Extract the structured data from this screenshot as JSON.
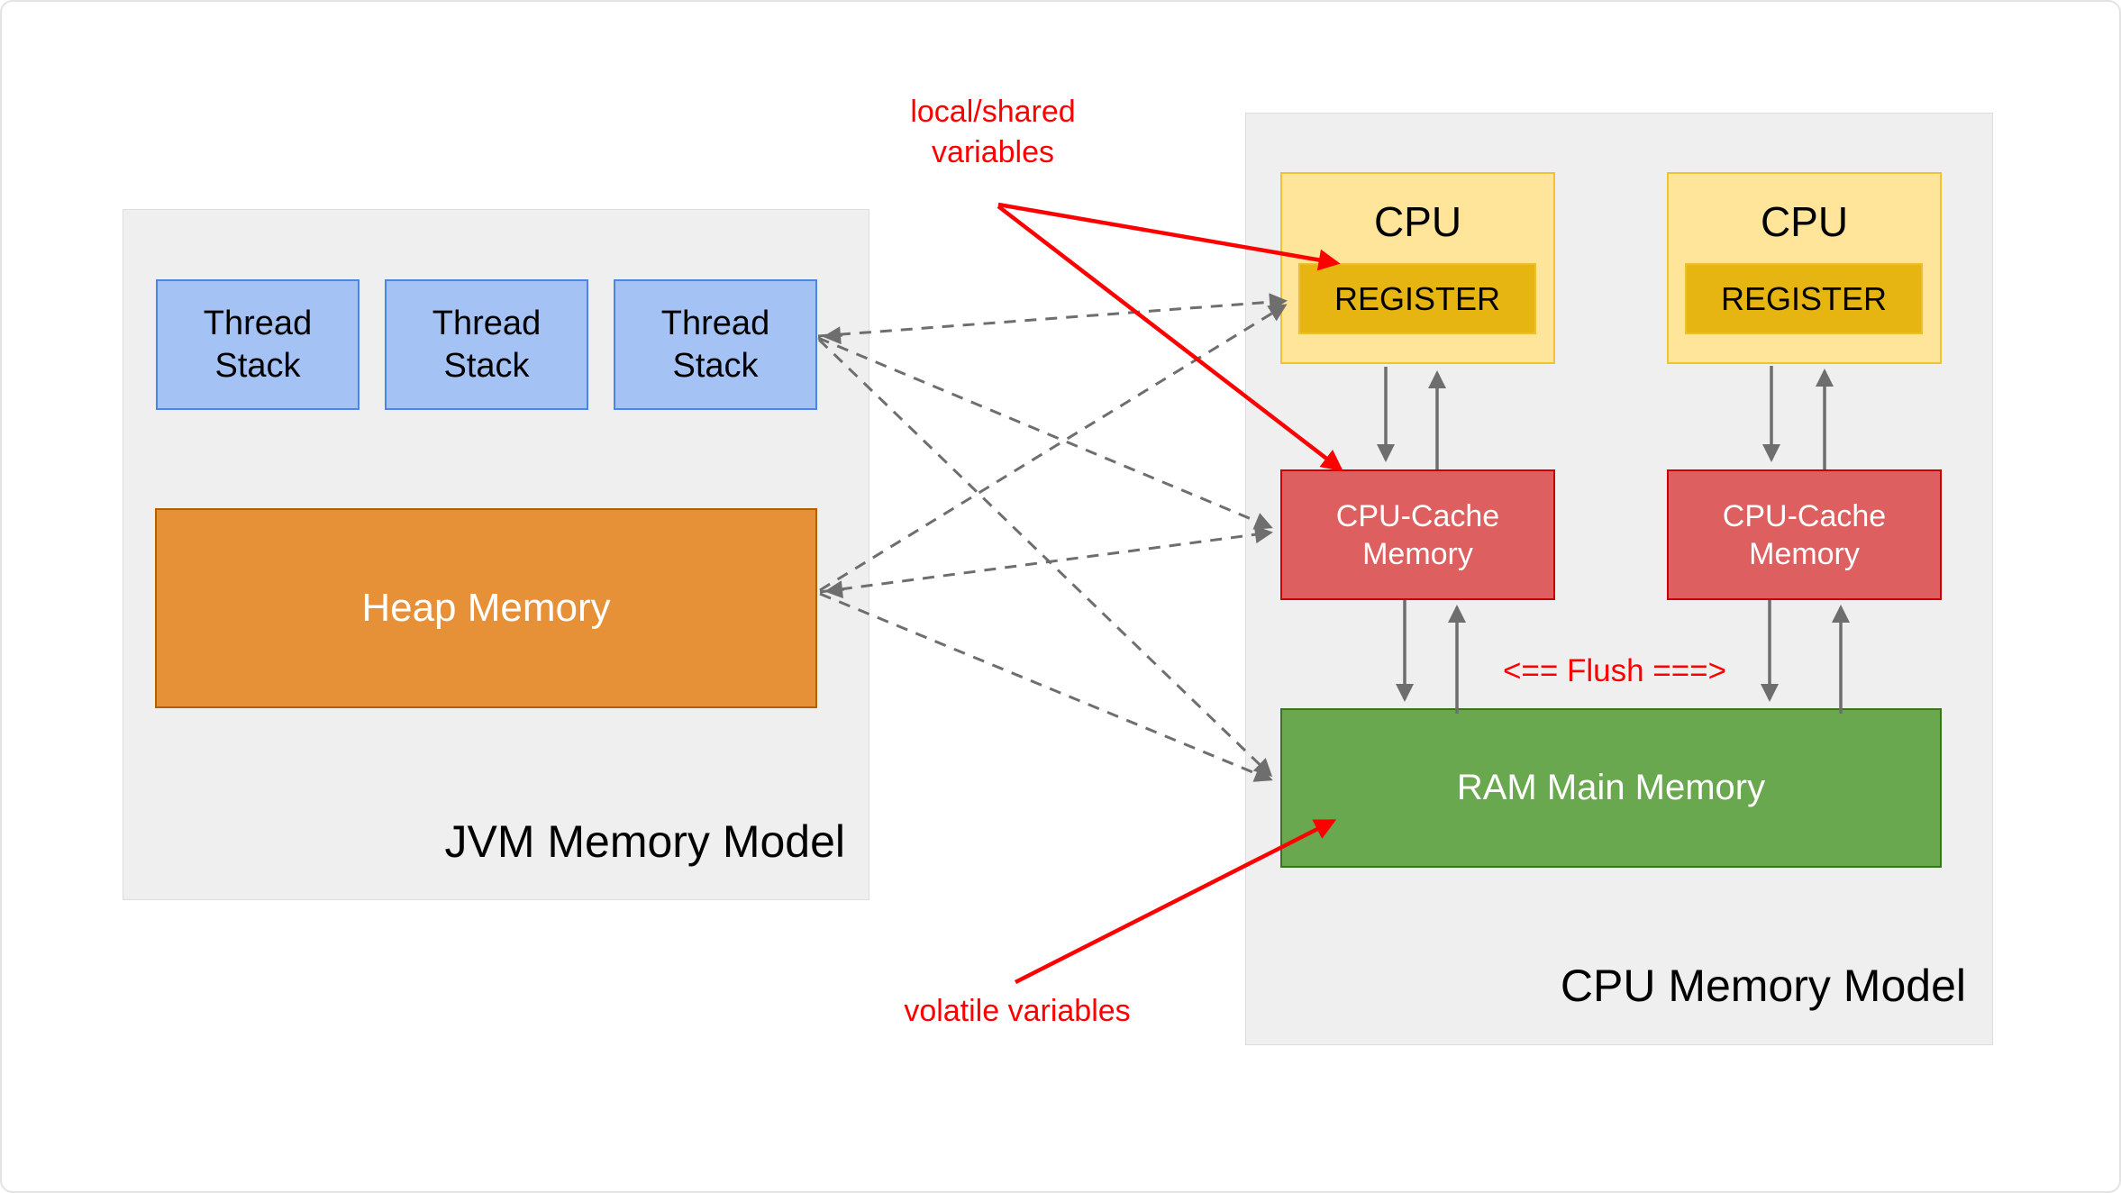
{
  "jvm": {
    "panel_label": "JVM Memory Model",
    "thread_stacks": [
      {
        "label": "Thread\nStack"
      },
      {
        "label": "Thread\nStack"
      },
      {
        "label": "Thread\nStack"
      }
    ],
    "heap_label": "Heap Memory"
  },
  "cpu_model": {
    "panel_label": "CPU Memory Model",
    "cpus": [
      {
        "title": "CPU",
        "register_label": "REGISTER"
      },
      {
        "title": "CPU",
        "register_label": "REGISTER"
      }
    ],
    "caches": [
      {
        "label": "CPU-Cache\nMemory"
      },
      {
        "label": "CPU-Cache\nMemory"
      }
    ],
    "ram_label": "RAM Main Memory"
  },
  "annotations": {
    "local_shared": "local/shared\nvariables",
    "volatile_vars": "volatile variables",
    "flush": "<== Flush ===>"
  },
  "colors": {
    "panel_bg": "#efefef",
    "thread_fill": "#a4c2f4",
    "thread_border": "#4a86e8",
    "heap_fill": "#e69138",
    "heap_border": "#b45f06",
    "cpu_fill": "#ffe599",
    "cpu_border": "#f1c232",
    "register_fill": "#e7b512",
    "cache_fill": "#dd5f5f",
    "cache_border": "#cc0000",
    "ram_fill": "#6aa84f",
    "ram_border": "#38761d",
    "annotation_red": "#ff0000",
    "arrow_gray": "#6e6e6e",
    "text_black": "#000000",
    "text_white": "#ffffff"
  }
}
